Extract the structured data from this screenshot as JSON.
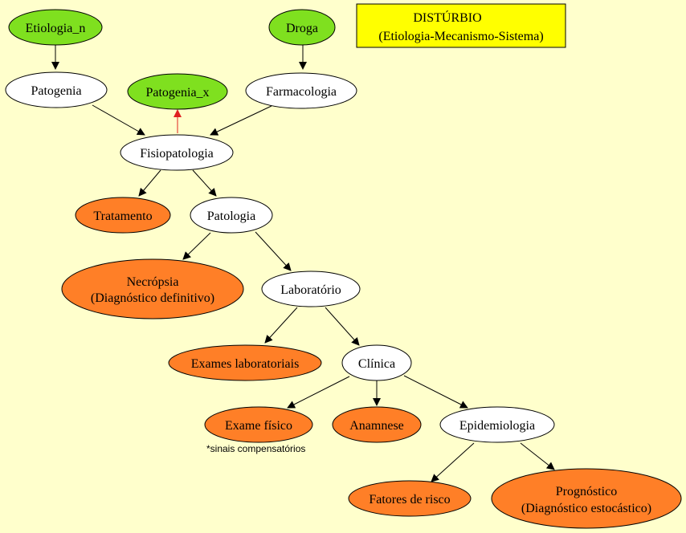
{
  "title_box": {
    "line1": "DISTÚRBIO",
    "line2": "(Etiologia-Mecanismo-Sistema)"
  },
  "nodes": {
    "etiologia_n": "Etiologia_n",
    "droga": "Droga",
    "patogenia": "Patogenia",
    "patogenia_x": "Patogenia_x",
    "farmacologia": "Farmacologia",
    "fisiopatologia": "Fisiopatologia",
    "tratamento": "Tratamento",
    "patologia": "Patologia",
    "necropsia": {
      "line1": "Necrópsia",
      "line2": "(Diagnóstico definitivo)"
    },
    "laboratorio": "Laboratório",
    "exames_laboratoriais": "Exames laboratoriais",
    "clinica": "Clínica",
    "exame_fisico": "Exame físico",
    "anamnese": "Anamnese",
    "epidemiologia": "Epidemiologia",
    "fatores_de_risco": "Fatores de risco",
    "prognostico": {
      "line1": "Prognóstico",
      "line2": "(Diagnóstico estocástico)"
    }
  },
  "note": "*sinais compensatórios",
  "colors": {
    "background": "#ffffcc",
    "green": "#7fe01f",
    "orange": "#ff7f27",
    "white": "#ffffff",
    "yellow": "#ffff00",
    "red_arrow": "#e02020"
  }
}
